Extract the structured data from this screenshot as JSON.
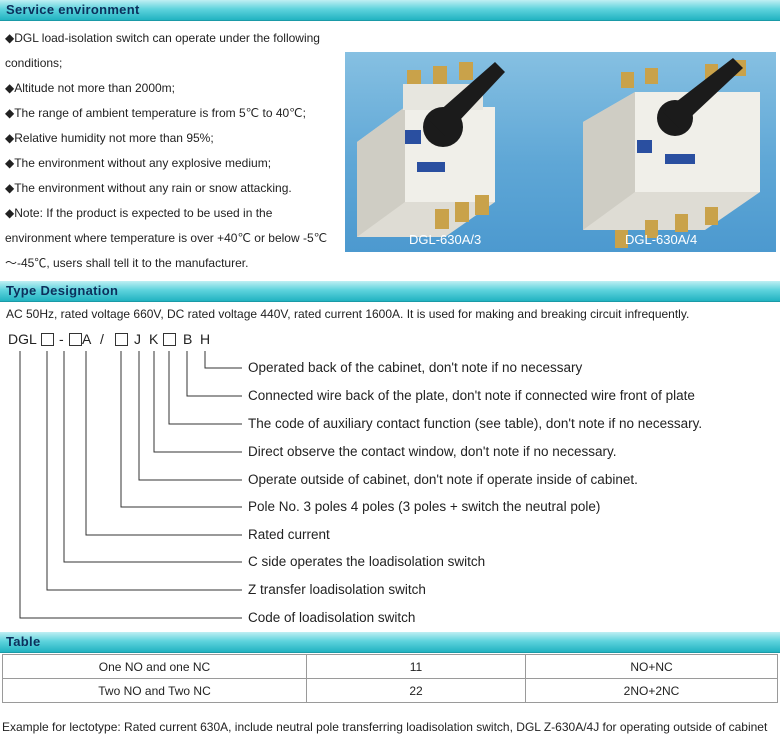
{
  "sections": {
    "service": "Service environment",
    "type": "Type Designation",
    "table": "Table"
  },
  "service_lines": [
    "◆DGL load-isolation switch can operate under the following",
    "conditions;",
    "◆Altitude not more than 2000m;",
    "◆The range of ambient temperature is from 5℃ to 40℃;",
    "◆Relative humidity not more than 95%;",
    "◆The environment without any explosive medium;",
    "◆The environment without any rain or snow attacking.",
    "◆Note: If the product is expected to be used in the",
    "environment where temperature is over +40℃ or below -5℃",
    "～-45℃, users shall tell it to the manufacturer."
  ],
  "photo": {
    "caption_left": "DGL-630A/3",
    "caption_right": "DGL-630A/4",
    "colors": {
      "sky": "#5fa7d6",
      "body": "#ecece6",
      "handle": "#1b1b1b",
      "terminal": "#c9a24a",
      "label": "#2a4fa0"
    }
  },
  "type_intro": "AC 50Hz, rated voltage 660V, DC rated voltage 440V, rated current 1600A. It is used for making and breaking circuit infrequently.",
  "code": {
    "prefix": "DGL",
    "dash": "-",
    "a": "A",
    "slash": "/",
    "j": "J",
    "k": "K",
    "b": "B",
    "h": "H"
  },
  "designation_items": [
    "Operated back of the cabinet, don't note if no necessary",
    "Connected wire back of the plate, don't note if connected wire front of plate",
    "The code of auxiliary contact function (see table), don't note if no necessary.",
    "Direct observe the contact window, don't note if  no necessary.",
    "Operate outside of cabinet, don't note if operate inside of cabinet.",
    "Pole No.  3 poles     4 poles (3 poles + switch the neutral pole)",
    "Rated current",
    "C side operates the loadisolation switch",
    "Z transfer loadisolation switch",
    "Code of loadisolation switch"
  ],
  "table_rows": [
    [
      "One NO and one NC",
      "11",
      "NO+NC"
    ],
    [
      "Two NO and Two NC",
      "22",
      "2NO+2NC"
    ]
  ],
  "example": "Example for lectotype: Rated current 630A, include neutral pole transferring loadisolation switch, DGL Z-630A/4J for operating outside of cabinet"
}
